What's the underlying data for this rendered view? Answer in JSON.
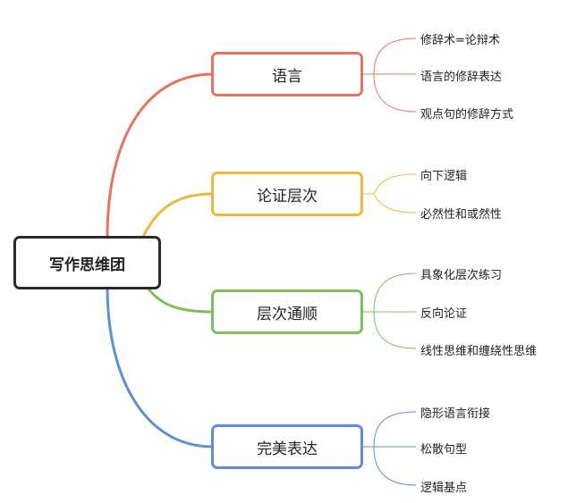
{
  "root": {
    "label": "写作思维团"
  },
  "branches": [
    {
      "label": "语言",
      "color": "#e8735f",
      "children": [
        "修辞术=论辩术",
        "语言的修辞表达",
        "观点句的修辞方式"
      ]
    },
    {
      "label": "论证层次",
      "color": "#f0b73f",
      "children": [
        "向下逻辑",
        "必然性和或然性"
      ]
    },
    {
      "label": "层次通顺",
      "color": "#7cc05b",
      "children": [
        "具象化层次练习",
        "反向论证",
        "线性思维和缠绕性思维"
      ]
    },
    {
      "label": "完美表达",
      "color": "#5b8fd6",
      "children": [
        "隐形语言衔接",
        "松散句型",
        "逻辑基点"
      ]
    }
  ]
}
